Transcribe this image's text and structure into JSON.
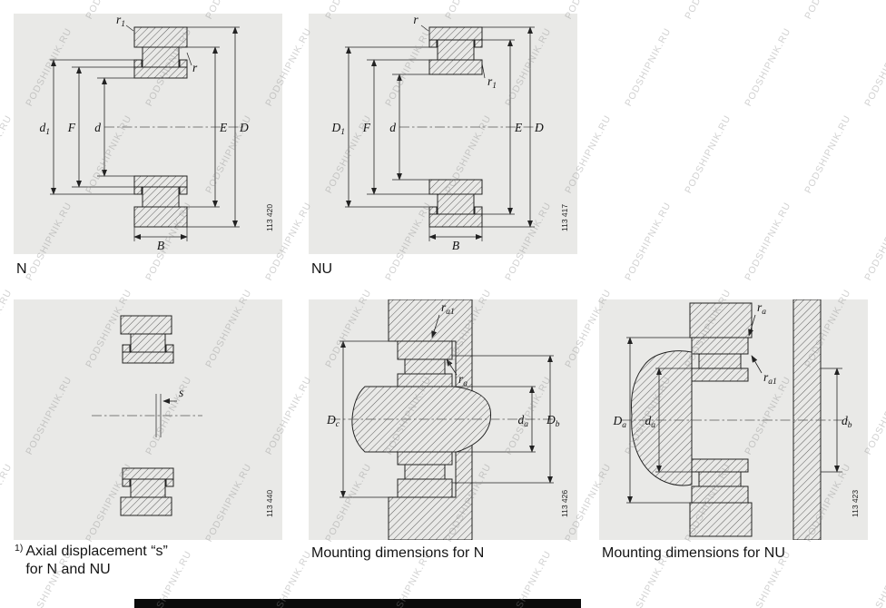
{
  "watermark": {
    "text": "PODSHIPNIK.RU"
  },
  "panels": {
    "n": {
      "caption": "N",
      "figure_number": "113 420",
      "labels": {
        "r1": {
          "main": "r",
          "sub": "1"
        },
        "r": {
          "main": "r",
          "sub": ""
        },
        "d1": {
          "main": "d",
          "sub": "1"
        },
        "F": {
          "main": "F",
          "sub": ""
        },
        "d": {
          "main": "d",
          "sub": ""
        },
        "E": {
          "main": "E",
          "sub": ""
        },
        "D": {
          "main": "D",
          "sub": ""
        },
        "B": {
          "main": "B",
          "sub": ""
        }
      }
    },
    "nu": {
      "caption": "NU",
      "figure_number": "113 417",
      "labels": {
        "r": {
          "main": "r",
          "sub": ""
        },
        "r1": {
          "main": "r",
          "sub": "1"
        },
        "D1": {
          "main": "D",
          "sub": "1"
        },
        "F": {
          "main": "F",
          "sub": ""
        },
        "d": {
          "main": "d",
          "sub": ""
        },
        "E": {
          "main": "E",
          "sub": ""
        },
        "D": {
          "main": "D",
          "sub": ""
        },
        "B": {
          "main": "B",
          "sub": ""
        }
      }
    },
    "axial": {
      "caption_sup": "1)",
      "caption_line1": "Axial displacement “s”",
      "caption_line2": "for N and NU",
      "figure_number": "113 440",
      "labels": {
        "s": {
          "main": "s",
          "sub": ""
        }
      }
    },
    "mount_n": {
      "caption": "Mounting dimensions for N",
      "figure_number": "113 426",
      "labels": {
        "ra1": {
          "main": "r",
          "sub": "a1"
        },
        "ra": {
          "main": "r",
          "sub": "a"
        },
        "Dc": {
          "main": "D",
          "sub": "c"
        },
        "da": {
          "main": "d",
          "sub": "a"
        },
        "Db": {
          "main": "D",
          "sub": "b"
        }
      }
    },
    "mount_nu": {
      "caption": "Mounting dimensions for NU",
      "figure_number": "113 423",
      "labels": {
        "ra": {
          "main": "r",
          "sub": "a"
        },
        "ra1": {
          "main": "r",
          "sub": "a1"
        },
        "Da": {
          "main": "D",
          "sub": "a"
        },
        "da": {
          "main": "d",
          "sub": "a"
        },
        "db": {
          "main": "d",
          "sub": "b"
        }
      }
    }
  }
}
